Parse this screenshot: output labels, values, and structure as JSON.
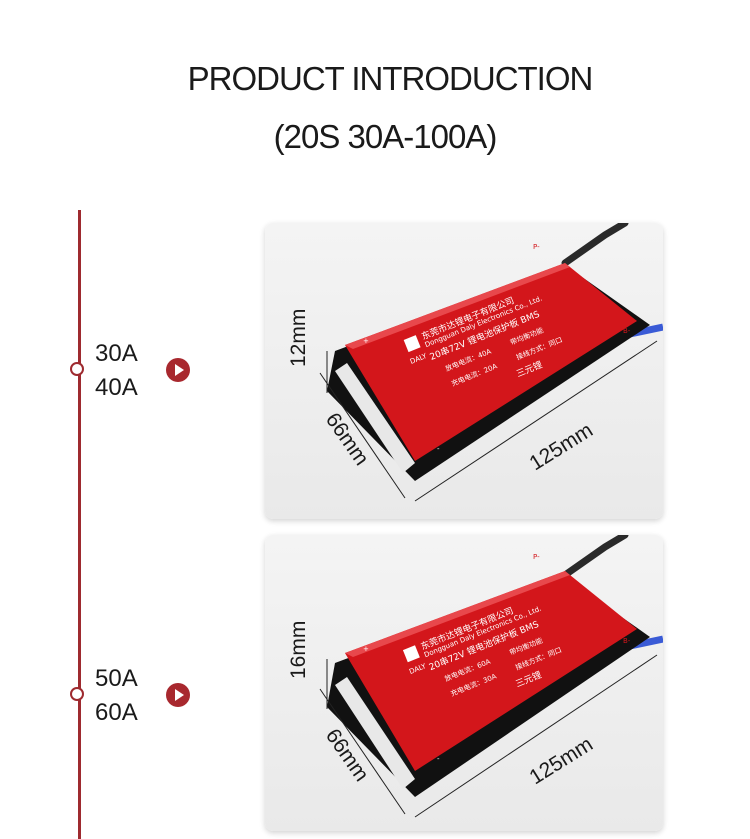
{
  "heading": {
    "line1": "PRODUCT INTRODUCTION",
    "line2": "(20S 30A-100A)"
  },
  "products": [
    {
      "current_top": "30A",
      "current_bottom": "40A",
      "dim_height": "12mm",
      "dim_width": "66mm",
      "dim_length": "125mm",
      "board": {
        "company_cn": "东莞市达锂电子有限公司",
        "company_en": "Dongguan Daly Electronics Co., Ltd.",
        "model": "20串72V 锂电池保护板 BMS",
        "discharge": "放电电流：40A",
        "charge": "充电电流：20A",
        "balance": "带均衡功能",
        "wiring": "接线方式：同口",
        "chem": "三元锂",
        "brand": "DALY",
        "p_minus": "P-",
        "b_minus": "B-",
        "plus": "+",
        "minus": "-"
      }
    },
    {
      "current_top": "50A",
      "current_bottom": "60A",
      "dim_height": "16mm",
      "dim_width": "66mm",
      "dim_length": "125mm",
      "board": {
        "company_cn": "东莞市达锂电子有限公司",
        "company_en": "Dongguan Daly Electronics Co., Ltd.",
        "model": "20串72V 锂电池保护板 BMS",
        "discharge": "放电电流：60A",
        "charge": "充电电流：30A",
        "balance": "带均衡功能",
        "wiring": "接线方式：同口",
        "chem": "三元锂",
        "brand": "DALY",
        "p_minus": "P-",
        "b_minus": "B-",
        "plus": "+",
        "minus": "-"
      }
    }
  ],
  "colors": {
    "accent": "#9e2a2f",
    "board_red": "#d3161b",
    "cable_blue": "#3a5bd6"
  }
}
